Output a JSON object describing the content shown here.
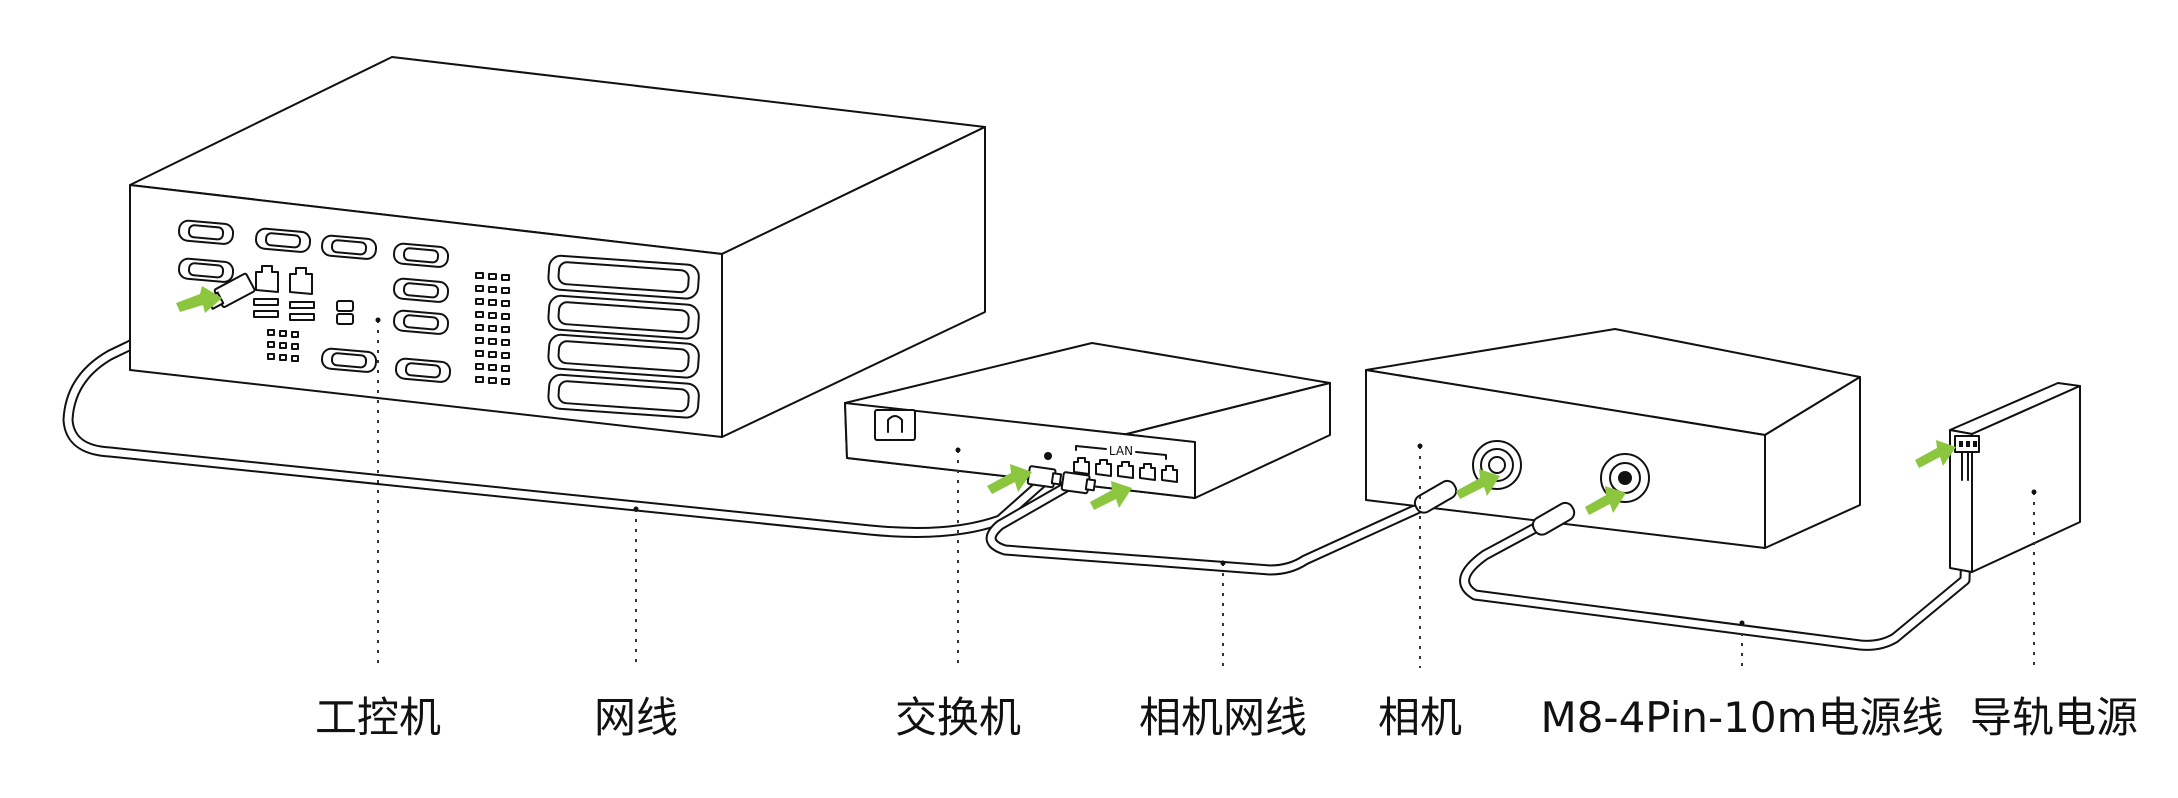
{
  "labels": {
    "ipc": "工控机",
    "network_cable": "网线",
    "switch": "交换机",
    "camera_cable": "相机网线",
    "camera": "相机",
    "power_cable": "M8-4Pin-10m电源线",
    "din_power": "导轨电源"
  },
  "switch_port_label": "LAN",
  "colors": {
    "arrow": "#8cc63f",
    "line": "#111111"
  }
}
